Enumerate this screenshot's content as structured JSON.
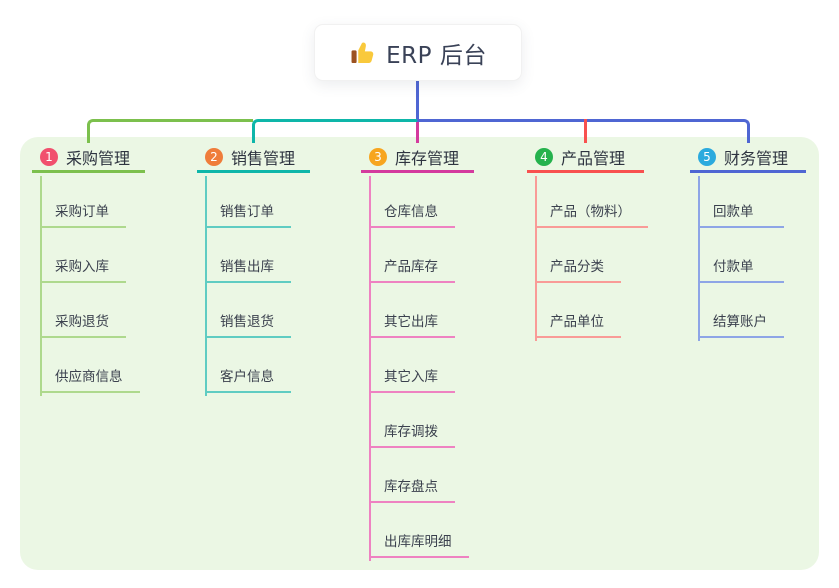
{
  "root": {
    "title": "ERP 后台",
    "icon": "thumbs-up-icon"
  },
  "branches": [
    {
      "badge": "1",
      "title": "采购管理",
      "color": "#7cc04d",
      "light_color": "#aed98d",
      "badge_color": "#f1506e",
      "items": [
        "采购订单",
        "采购入库",
        "采购退货",
        "供应商信息"
      ]
    },
    {
      "badge": "2",
      "title": "销售管理",
      "color": "#0eb6a9",
      "light_color": "#5fccc2",
      "badge_color": "#ef7d3b",
      "items": [
        "销售订单",
        "销售出库",
        "销售退货",
        "客户信息"
      ]
    },
    {
      "badge": "3",
      "title": "库存管理",
      "color": "#d43a9e",
      "light_color": "#ee82c1",
      "badge_color": "#f7a51f",
      "items": [
        "仓库信息",
        "产品库存",
        "其它出库",
        "其它入库",
        "库存调拨",
        "库存盘点",
        "出库库明细"
      ]
    },
    {
      "badge": "4",
      "title": "产品管理",
      "color": "#f8514f",
      "light_color": "#f99b97",
      "badge_color": "#25b24d",
      "items": [
        "产品（物料）",
        "产品分类",
        "产品单位"
      ]
    },
    {
      "badge": "5",
      "title": "财务管理",
      "color": "#4f66d3",
      "light_color": "#8ea5e6",
      "badge_color": "#2baade",
      "items": [
        "回款单",
        "付款单",
        "结算账户"
      ]
    }
  ],
  "colors": {
    "canvas_bg": "#ffffff",
    "panel_bg": "#ebf7e4",
    "root_line": "#4f66d3",
    "branch_line_green": "#7cc04d",
    "branch_line_teal": "#0eb6a9",
    "branch_line_magenta": "#d43a9e",
    "branch_line_red": "#f8514f",
    "branch_line_blue": "#4f66d3"
  }
}
